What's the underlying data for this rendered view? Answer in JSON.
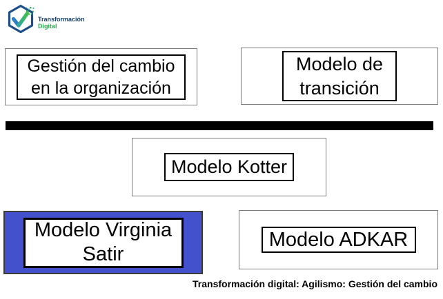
{
  "logo": {
    "title": "Transformación",
    "subtitle": "Digital",
    "icon": "hexagon-checkmark-icon"
  },
  "boxes": {
    "top_left": {
      "line1": "Gestión del cambio",
      "line2": "en la organización"
    },
    "top_right": {
      "line1": "Modelo de",
      "line2": "transición"
    },
    "middle": {
      "label": "Modelo Kotter"
    },
    "bottom_left": {
      "line1": "Modelo Virginia",
      "line2": "Satir",
      "highlighted": "true"
    },
    "bottom_right": {
      "label": "Modelo ADKAR"
    }
  },
  "footer": {
    "caption": "Transformación digital: Agilismo: Gestión del cambio"
  },
  "colors": {
    "highlight_blue": "#4451CC",
    "divider_black": "#000000",
    "box_border_gray": "#7a7a7a",
    "inner_border_black": "#000000",
    "logo_navy": "#16406F",
    "logo_green": "#2FAA4E",
    "logo_check_blue": "#2B7FC2"
  }
}
